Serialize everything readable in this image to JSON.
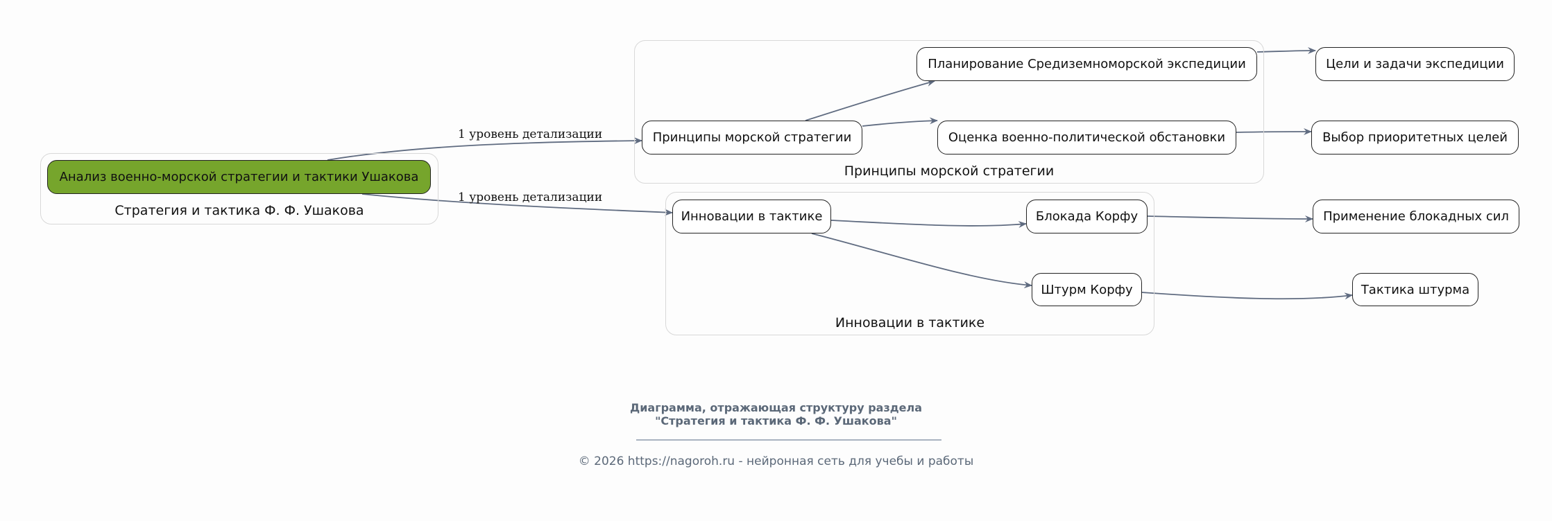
{
  "clusters": {
    "main": "Стратегия и тактика Ф. Ф. Ушакова",
    "principles": "Принципы морской стратегии",
    "innovations": "Инновации в тактике"
  },
  "nodes": {
    "root": "Анализ военно-морской стратегии и тактики Ушакова",
    "principles": "Принципы морской стратегии",
    "planning": "Планирование Средиземноморской экспедиции",
    "assessment": "Оценка военно-политической обстановки",
    "goals": "Цели и задачи экспедиции",
    "priorities": "Выбор приоритетных целей",
    "innovations": "Инновации в тактике",
    "blockade": "Блокада Корфу",
    "assault": "Штурм Корфу",
    "blockade_use": "Применение блокадных сил",
    "assault_tactics": "Тактика штурма"
  },
  "edge_labels": [
    "1 уровень детализации",
    "1 уровень детализации"
  ],
  "edge_color": "#5f6b80",
  "root_color": "#76a52c",
  "footer": {
    "title_line1": "Диаграмма, отражающая структуру раздела",
    "title_line2": "\"Стратегия и тактика Ф. Ф. Ушакова\"",
    "copyright": "© 2026 https://nagoroh.ru - нейронная сеть для учебы и работы"
  }
}
